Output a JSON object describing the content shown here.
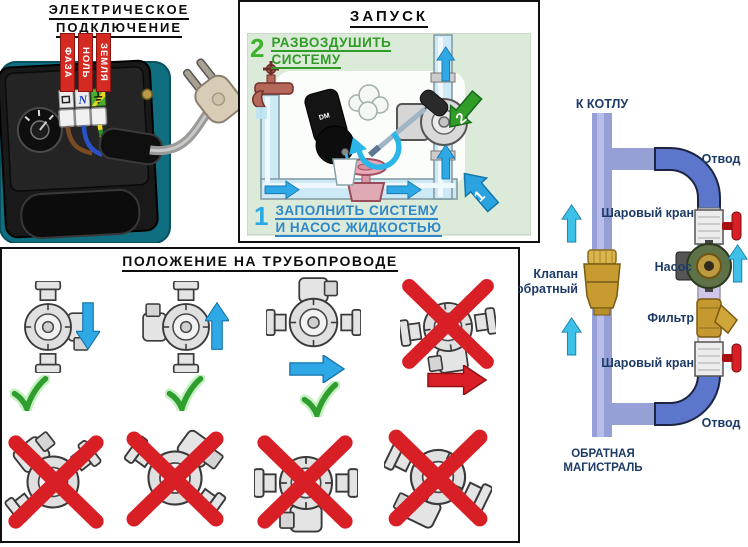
{
  "electric_panel": {
    "title_line1": "ЭЛЕКТРИЧЕСКОЕ",
    "title_line2": "ПОДКЛЮЧЕНИЕ",
    "wire_labels": [
      "ФАЗА",
      "НОЛЬ",
      "ЗЕМЛЯ"
    ],
    "terminal_neutral": "N"
  },
  "startup_panel": {
    "title": "ЗАПУСК",
    "pump_brand": "DM",
    "step_bleed": {
      "number": "2",
      "line1": "РАЗВОЗДУШИТЬ",
      "line2": "СИСТЕМУ",
      "arrow_label": "2"
    },
    "step_fill": {
      "number": "1",
      "line1": "ЗАПОЛНИТЬ СИСТЕМУ",
      "line2": "И НАСОС ЖИДКОСТЬЮ",
      "arrow_label": "1"
    }
  },
  "position_panel": {
    "title": "ПОЛОЖЕНИЕ НА ТРУБОПРОВОДЕ",
    "figures": [
      {
        "orientation": "vertical pipe, motor right, flow down",
        "verdict": "correct",
        "arrow": "down-blue"
      },
      {
        "orientation": "vertical pipe, motor left, flow up",
        "verdict": "correct",
        "arrow": "up-blue"
      },
      {
        "orientation": "horizontal pipe, motor up, flow right",
        "verdict": "correct",
        "arrow": "right-blue"
      },
      {
        "orientation": "horizontal pipe, motor down",
        "verdict": "wrong",
        "arrow": "right-red"
      },
      {
        "orientation": "shaft tilted",
        "verdict": "wrong",
        "arrow": "none"
      },
      {
        "orientation": "shaft tilted",
        "verdict": "wrong",
        "arrow": "none"
      },
      {
        "orientation": "motor facing down",
        "verdict": "wrong",
        "arrow": "none"
      },
      {
        "orientation": "motor facing up, shaft vertical",
        "verdict": "wrong",
        "arrow": "none"
      }
    ]
  },
  "schematic": {
    "labels": {
      "to_boiler": "К КОТЛУ",
      "outlet_top": "Отвод",
      "ball_valve_top": "Шаровый кран",
      "pump": "Насос",
      "check_valve_line1": "Клапан",
      "check_valve_line2": "обратный",
      "filter": "Фильтр",
      "ball_valve_bottom": "Шаровый кран",
      "outlet_bottom": "Отвод",
      "return_line1": "ОБРАТНАЯ",
      "return_line2": "МАГИСТРАЛЬ"
    }
  },
  "colors": {
    "arrow_blue": "#2fa8e6",
    "arrow_red": "#da1f26",
    "check_green": "#2f9e2f",
    "pipe_periwinkle": "#96a0d6",
    "bend_blue": "#5b76cb",
    "label_navy": "#1d3b66",
    "step_green": "#2f9d26",
    "step_blue": "#2d87c9",
    "strip_red": "#d42a22",
    "mint_background": "#dcead9"
  }
}
